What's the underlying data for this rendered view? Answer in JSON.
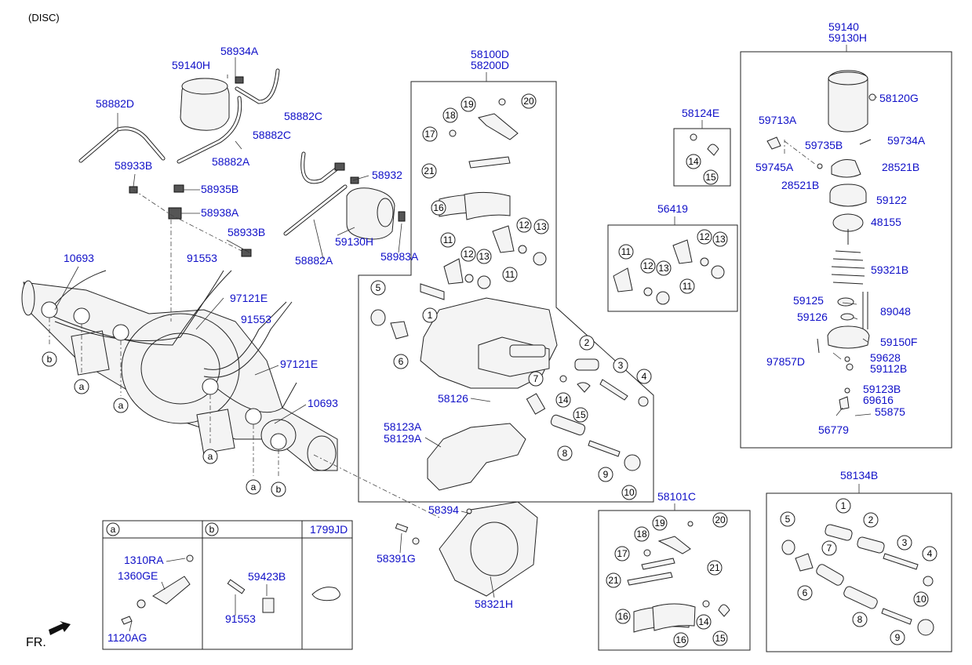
{
  "page_title": "(DISC)",
  "fr_label": "FR.",
  "group_labels": {
    "g59140": "59140",
    "g59130h": "59130H",
    "g58100d": "58100D",
    "g58200d": "58200D",
    "g58124e": "58124E",
    "g56419": "56419",
    "g58101c": "58101C",
    "g58134b": "58134B"
  },
  "legend": {
    "a": "a",
    "b": "b",
    "c": "1799JD",
    "a_parts": [
      "1310RA",
      "1360GE",
      "1120AG"
    ],
    "b_parts": [
      "59423B",
      "91553"
    ]
  },
  "callouts": [
    {
      "text": "59140H"
    },
    {
      "text": "58934A"
    },
    {
      "text": "58882D"
    },
    {
      "text": "58882C"
    },
    {
      "text": "58882C"
    },
    {
      "text": "58933B"
    },
    {
      "text": "58882A"
    },
    {
      "text": "58932"
    },
    {
      "text": "58935B"
    },
    {
      "text": "58938A"
    },
    {
      "text": "58933B"
    },
    {
      "text": "59130H"
    },
    {
      "text": "58983A"
    },
    {
      "text": "58882A"
    },
    {
      "text": "10693"
    },
    {
      "text": "91553"
    },
    {
      "text": "97121E"
    },
    {
      "text": "91553"
    },
    {
      "text": "97121E"
    },
    {
      "text": "10693"
    },
    {
      "text": "58126"
    },
    {
      "text": "58123A"
    },
    {
      "text": "58129A"
    },
    {
      "text": "58394"
    },
    {
      "text": "58391G"
    },
    {
      "text": "58321H"
    },
    {
      "text": "59713A"
    },
    {
      "text": "59735B"
    },
    {
      "text": "59734A"
    },
    {
      "text": "59745A"
    },
    {
      "text": "28521B"
    },
    {
      "text": "28521B"
    },
    {
      "text": "59122"
    },
    {
      "text": "48155"
    },
    {
      "text": "59321B"
    },
    {
      "text": "59125"
    },
    {
      "text": "89048"
    },
    {
      "text": "59126"
    },
    {
      "text": "59150F"
    },
    {
      "text": "97857D"
    },
    {
      "text": "59628"
    },
    {
      "text": "59112B"
    },
    {
      "text": "59123B"
    },
    {
      "text": "69616"
    },
    {
      "text": "55875"
    },
    {
      "text": "56779"
    },
    {
      "text": "58120G"
    }
  ],
  "numbers": [
    "1",
    "2",
    "3",
    "4",
    "5",
    "6",
    "7",
    "8",
    "9",
    "10",
    "11",
    "12",
    "13",
    "14",
    "15",
    "16",
    "17",
    "18",
    "19",
    "20",
    "21"
  ],
  "markers": {
    "a": "a",
    "b": "b"
  }
}
